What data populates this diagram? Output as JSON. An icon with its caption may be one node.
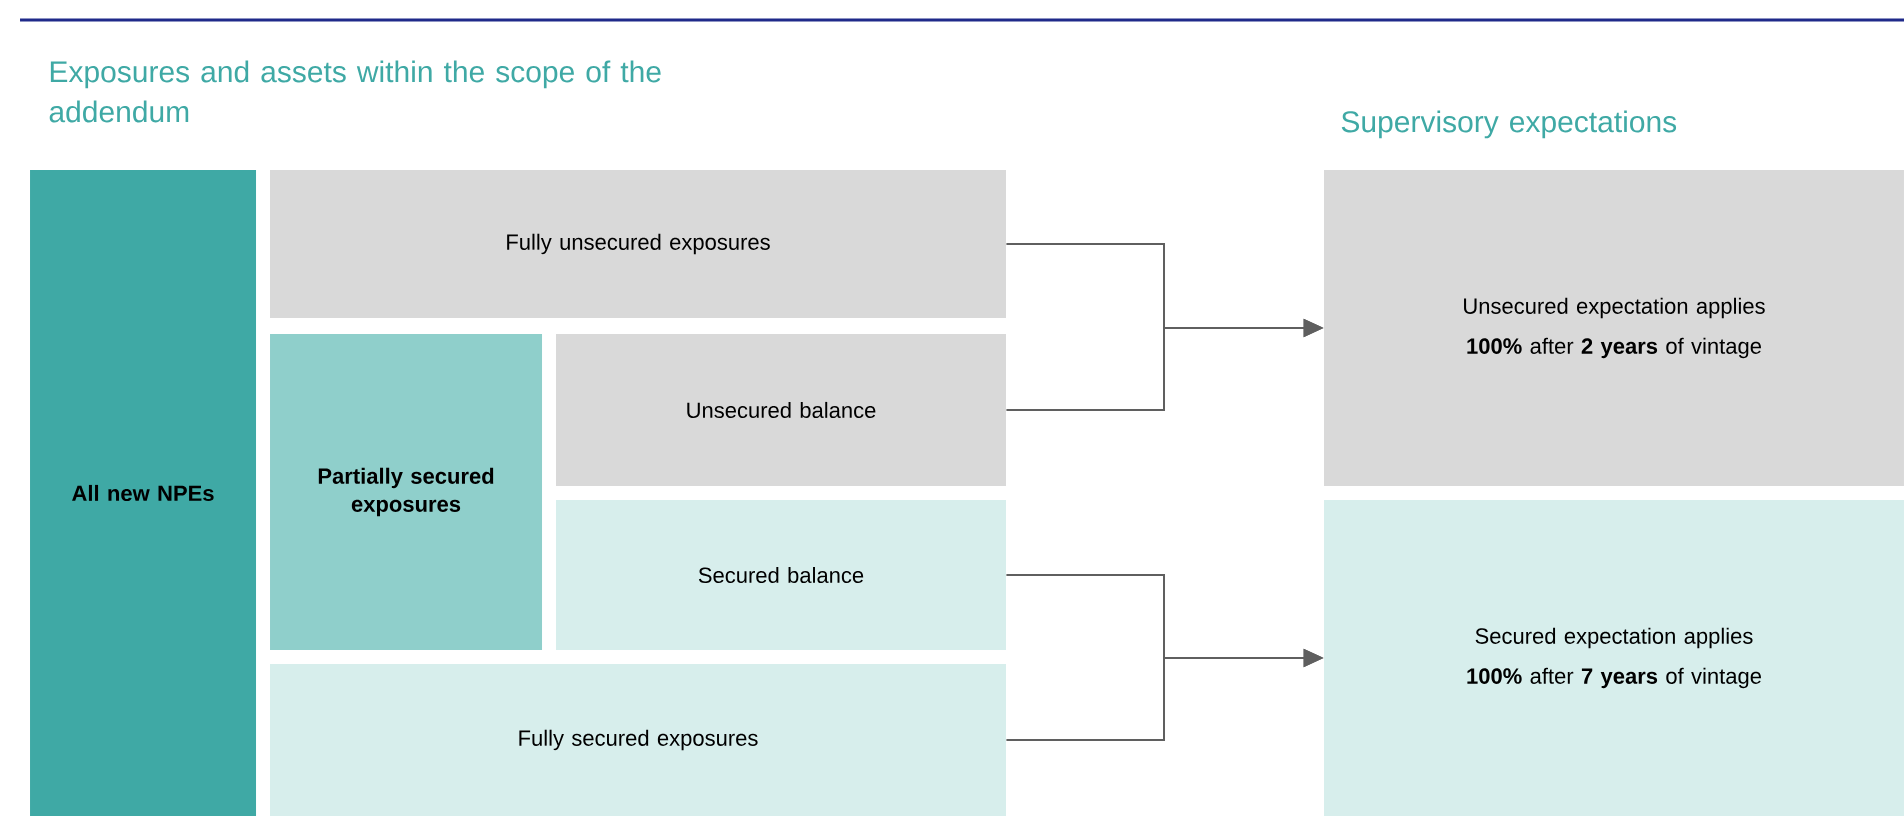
{
  "diagram": {
    "nodes": [
      {
        "text": [
          "All new NPEs"
        ]
      },
      {
        "text": [
          "Fully unsecured exposures"
        ]
      },
      {
        "text": [
          "Partially secured exposures"
        ]
      },
      {
        "text": [
          "Unsecured balance"
        ]
      },
      {
        "text": [
          "Secured balance"
        ]
      },
      {
        "text": [
          "Fully secured exposures"
        ]
      },
      {
        "text": [
          "Unsecured expectation applies",
          "**100%** after **2 years** of vintage"
        ]
      },
      {
        "text": [
          "Secured expectation applies",
          "**100%** after **7 years** of vintage"
        ]
      }
    ],
    "edges": [
      {
        "from": 1,
        "to": 6,
        "arrow": "to"
      },
      {
        "from": 3,
        "to": 6,
        "arrow": "to"
      },
      {
        "from": 4,
        "to": 7,
        "arrow": "to"
      },
      {
        "from": 5,
        "to": 7,
        "arrow": "to"
      }
    ],
    "labels": [
      "Exposures and assets within the scope of the addendum",
      "Supervisory expectations"
    ]
  }
}
